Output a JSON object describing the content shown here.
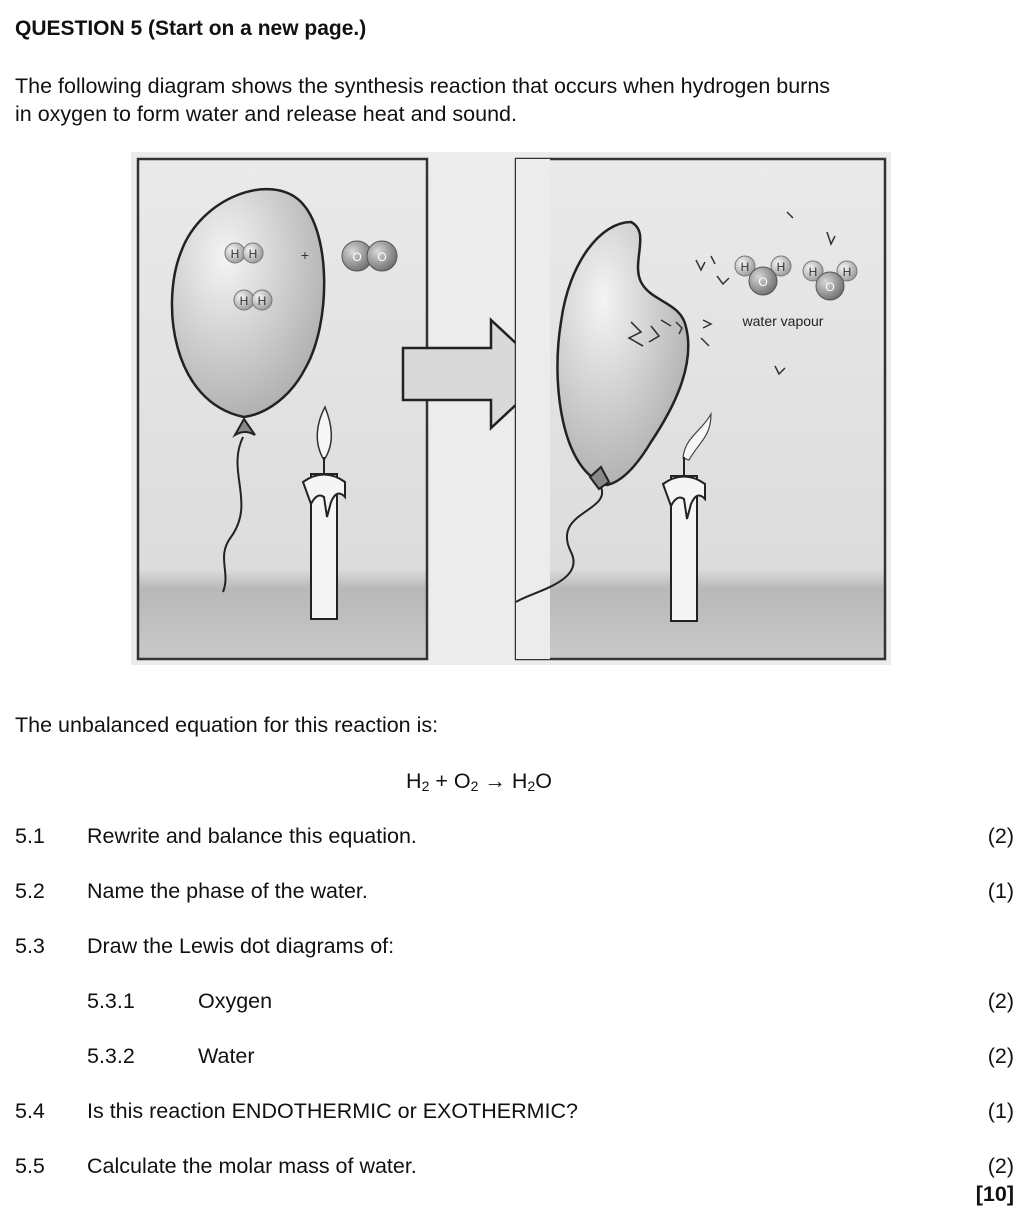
{
  "heading": "QUESTION 5 (Start on a new page.)",
  "intro": {
    "line1": "The following diagram shows the synthesis reaction that occurs when hydrogen burns",
    "line2": "in oxygen to form water and release heat and sound."
  },
  "diagram": {
    "left": {
      "plus": "+",
      "h2_top": [
        "H",
        "H"
      ],
      "h2_bottom": [
        "H",
        "H"
      ],
      "o2": [
        "O",
        "O"
      ]
    },
    "right": {
      "water_molecule_1": {
        "h": [
          "H",
          "H"
        ],
        "o": "O"
      },
      "water_molecule_2": {
        "h": [
          "H",
          "H"
        ],
        "o": "O"
      },
      "caption": "water vapour"
    }
  },
  "equation_intro": "The unbalanced equation for this reaction is:",
  "equation": {
    "h": "H",
    "h_sub": "2",
    "plus": " + ",
    "o": "O",
    "o_sub": "2",
    "arrow": " → ",
    "product_h": "H",
    "product_sub": "2",
    "product_o": "O"
  },
  "questions": [
    {
      "number": "5.1",
      "text": "Rewrite and balance this equation.",
      "marks": "(2)"
    },
    {
      "number": "5.2",
      "text": "Name the phase of the water.",
      "marks": "(1)"
    },
    {
      "number": "5.3",
      "text": "Draw the Lewis dot diagrams of:",
      "marks": ""
    },
    {
      "number": "5.3.1",
      "text": "Oxygen",
      "marks": "(2)"
    },
    {
      "number": "5.3.2",
      "text": "Water",
      "marks": "(2)"
    },
    {
      "number": "5.4",
      "text": "Is this reaction ENDOTHERMIC or EXOTHERMIC?",
      "marks": "(1)"
    },
    {
      "number": "5.5",
      "text": "Calculate the molar mass of water.",
      "marks": "(2)"
    }
  ],
  "total_marks": "[10]"
}
